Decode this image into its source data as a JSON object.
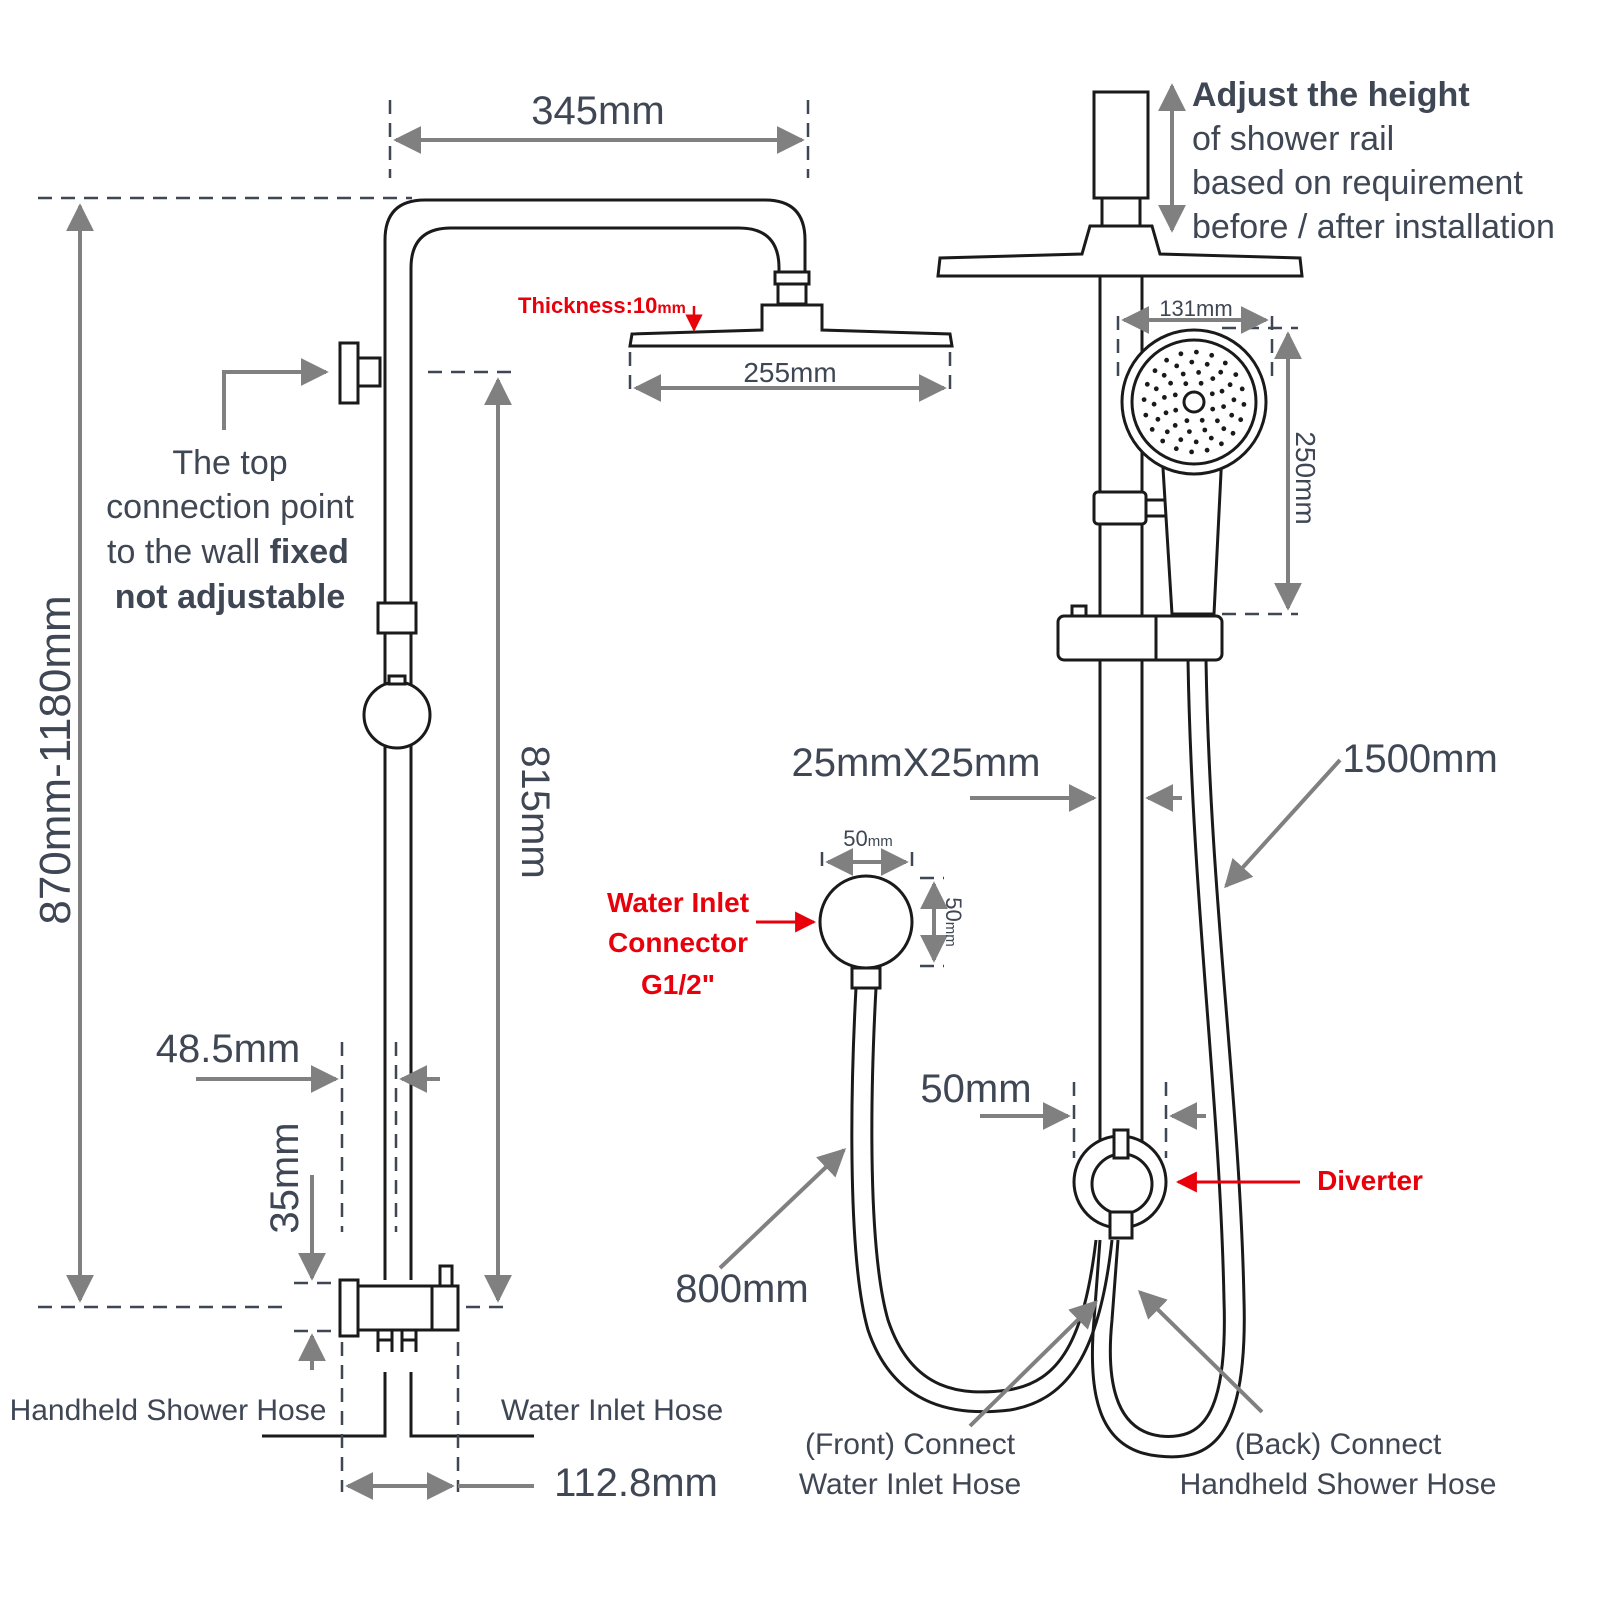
{
  "left_diagram": {
    "top_width": "345mm",
    "total_height": "870mm-1180mm",
    "rail_length": "815mm",
    "head_thickness": "Thickness:10",
    "head_thickness_unit": "mm",
    "head_width": "255mm",
    "wall_note": [
      "The top",
      "connection point",
      "to the wall"
    ],
    "wall_note_bold": [
      "fixed",
      "not adjustable"
    ],
    "pipe_diameter": "48.5mm",
    "body_height": "35mm",
    "body_width": "112.8mm",
    "hose_left": "Handheld Shower Hose",
    "hose_right": "Water Inlet Hose"
  },
  "right_diagram": {
    "adjust_title": "Adjust the height",
    "adjust_lines": [
      "of shower rail",
      "based on requirement",
      "before / after installation"
    ],
    "handheld_width": "131mm",
    "handheld_length": "250mm",
    "rail_section": "25mmX25mm",
    "hose_long": "1500mm",
    "connector_width": "50",
    "connector_height": "50",
    "connector_unit": "mm",
    "connector_label": [
      "Water Inlet",
      "Connector",
      "G1/2\""
    ],
    "diverter_width": "50mm",
    "diverter_label": "Diverter",
    "hose_short": "800mm",
    "front_connect": [
      "(Front) Connect",
      "Water Inlet Hose"
    ],
    "back_connect": [
      "(Back) Connect",
      "Handheld Shower Hose"
    ]
  }
}
